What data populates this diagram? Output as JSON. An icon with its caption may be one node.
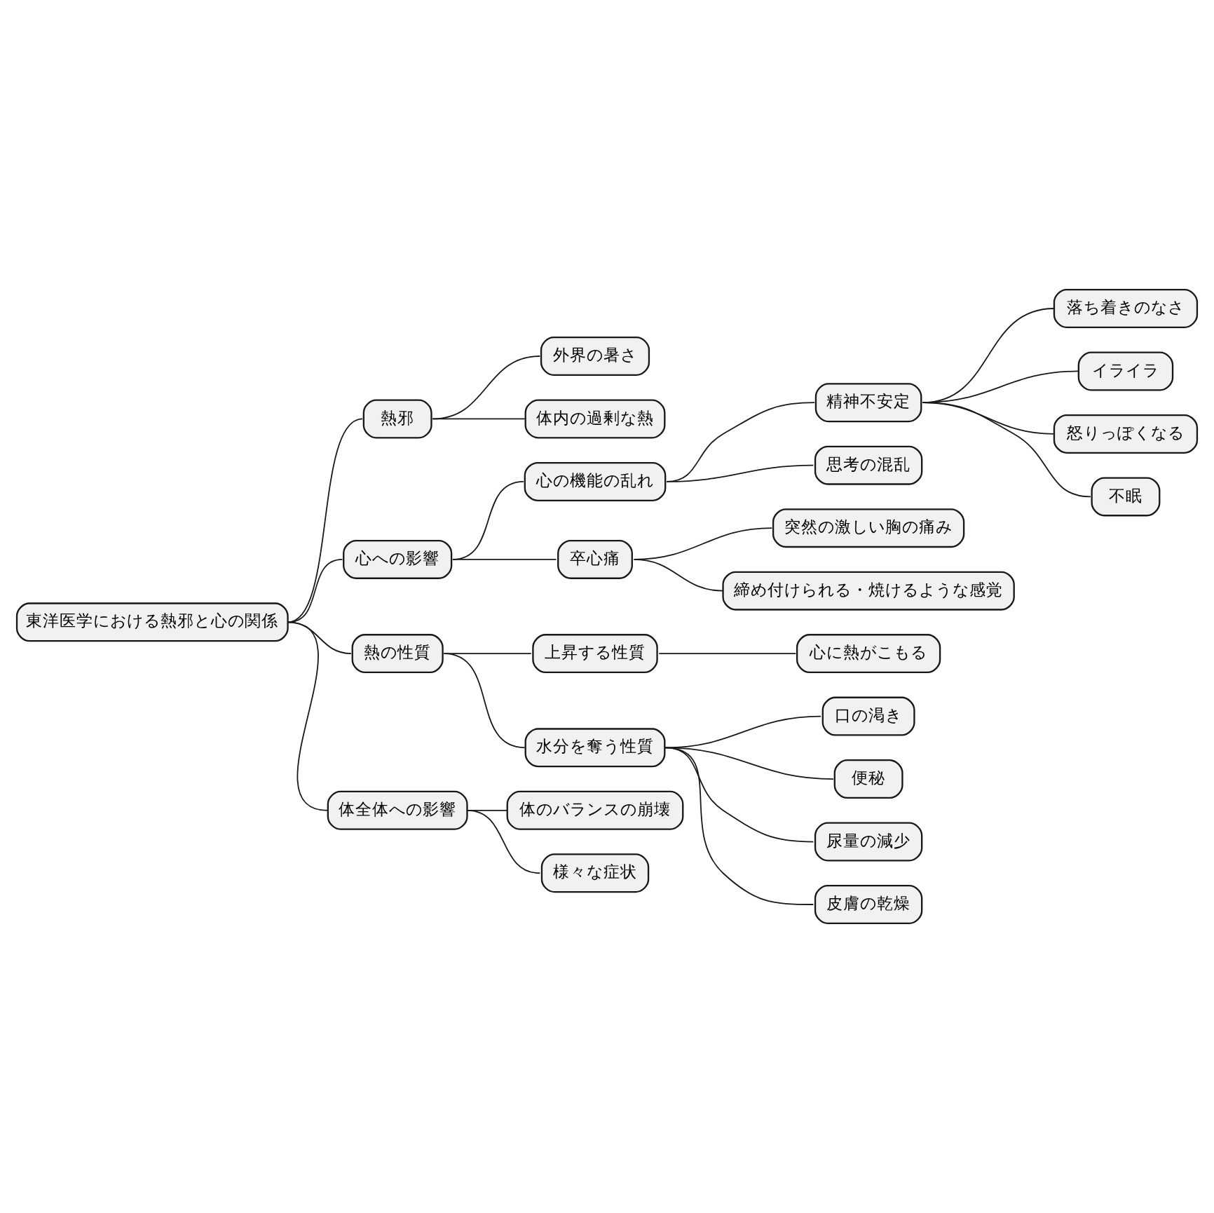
{
  "diagram": {
    "nodes": [
      {
        "text": [
          "東洋医学における熱邪と心の関係"
        ]
      },
      {
        "text": [
          "熱邪"
        ]
      },
      {
        "text": [
          "外界の暑さ"
        ]
      },
      {
        "text": [
          "体内の過剰な熱"
        ]
      },
      {
        "text": [
          "心への影響"
        ]
      },
      {
        "text": [
          "心の機能の乱れ"
        ]
      },
      {
        "text": [
          "精神不安定"
        ]
      },
      {
        "text": [
          "落ち着きのなさ"
        ]
      },
      {
        "text": [
          "イライラ"
        ]
      },
      {
        "text": [
          "怒りっぽくなる"
        ]
      },
      {
        "text": [
          "不眠"
        ]
      },
      {
        "text": [
          "思考の混乱"
        ]
      },
      {
        "text": [
          "卒心痛"
        ]
      },
      {
        "text": [
          "突然の激しい胸の痛み"
        ]
      },
      {
        "text": [
          "締め付けられる・焼けるような感覚"
        ]
      },
      {
        "text": [
          "熱の性質"
        ]
      },
      {
        "text": [
          "上昇する性質"
        ]
      },
      {
        "text": [
          "心に熱がこもる"
        ]
      },
      {
        "text": [
          "水分を奪う性質"
        ]
      },
      {
        "text": [
          "口の渇き"
        ]
      },
      {
        "text": [
          "便秘"
        ]
      },
      {
        "text": [
          "尿量の減少"
        ]
      },
      {
        "text": [
          "皮膚の乾燥"
        ]
      },
      {
        "text": [
          "体全体への影響"
        ]
      },
      {
        "text": [
          "体のバランスの崩壊"
        ]
      },
      {
        "text": [
          "様々な症状"
        ]
      }
    ],
    "edges": [
      {
        "from": 0,
        "to": 1,
        "arrow": "none"
      },
      {
        "from": 1,
        "to": 2,
        "arrow": "none"
      },
      {
        "from": 1,
        "to": 3,
        "arrow": "none"
      },
      {
        "from": 0,
        "to": 4,
        "arrow": "none"
      },
      {
        "from": 4,
        "to": 5,
        "arrow": "none"
      },
      {
        "from": 5,
        "to": 6,
        "arrow": "none"
      },
      {
        "from": 6,
        "to": 7,
        "arrow": "none"
      },
      {
        "from": 6,
        "to": 8,
        "arrow": "none"
      },
      {
        "from": 6,
        "to": 9,
        "arrow": "none"
      },
      {
        "from": 6,
        "to": 10,
        "arrow": "none"
      },
      {
        "from": 5,
        "to": 11,
        "arrow": "none"
      },
      {
        "from": 4,
        "to": 12,
        "arrow": "none"
      },
      {
        "from": 12,
        "to": 13,
        "arrow": "none"
      },
      {
        "from": 12,
        "to": 14,
        "arrow": "none"
      },
      {
        "from": 0,
        "to": 15,
        "arrow": "none"
      },
      {
        "from": 15,
        "to": 16,
        "arrow": "none"
      },
      {
        "from": 16,
        "to": 17,
        "arrow": "none"
      },
      {
        "from": 15,
        "to": 18,
        "arrow": "none"
      },
      {
        "from": 18,
        "to": 19,
        "arrow": "none"
      },
      {
        "from": 18,
        "to": 20,
        "arrow": "none"
      },
      {
        "from": 18,
        "to": 21,
        "arrow": "none"
      },
      {
        "from": 18,
        "to": 22,
        "arrow": "none"
      },
      {
        "from": 0,
        "to": 23,
        "arrow": "none"
      },
      {
        "from": 23,
        "to": 24,
        "arrow": "none"
      },
      {
        "from": 23,
        "to": 25,
        "arrow": "none"
      }
    ]
  }
}
